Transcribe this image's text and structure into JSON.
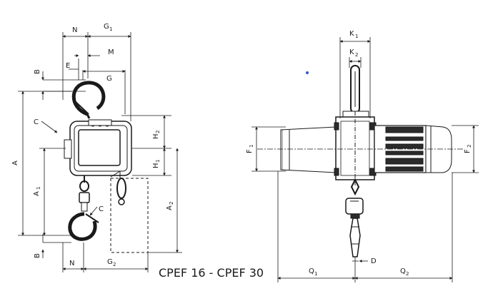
{
  "caption": "CPEF 16 - CPEF 30",
  "colors": {
    "line": "#1a1a1a",
    "fill_dark": "#2b2b2b",
    "fill_light": "#e8e8e8",
    "dot": "#3557c9"
  },
  "left_view": {
    "labels": {
      "N_top": "N",
      "G1": "G",
      "G1_sub": "1",
      "M": "M",
      "E": "E",
      "G": "G",
      "B_top": "B",
      "C_top": "C",
      "A": "A",
      "A1": "A",
      "A1_sub": "1",
      "H2": "H",
      "H2_sub": "2",
      "H1": "H",
      "H1_sub": "1",
      "A2": "A",
      "A2_sub": "2",
      "C_bottom": "C",
      "B_bottom": "B",
      "N_bottom": "N",
      "G2": "G",
      "G2_sub": "2"
    }
  },
  "right_view": {
    "labels": {
      "K1": "K",
      "K1_sub": "1",
      "K2": "K",
      "K2_sub": "2",
      "F1": "F",
      "F1_sub": "1",
      "F2": "F",
      "F2_sub": "2",
      "D": "D",
      "Q1": "Q",
      "Q1_sub": "1",
      "Q2": "Q",
      "Q2_sub": "2"
    }
  }
}
